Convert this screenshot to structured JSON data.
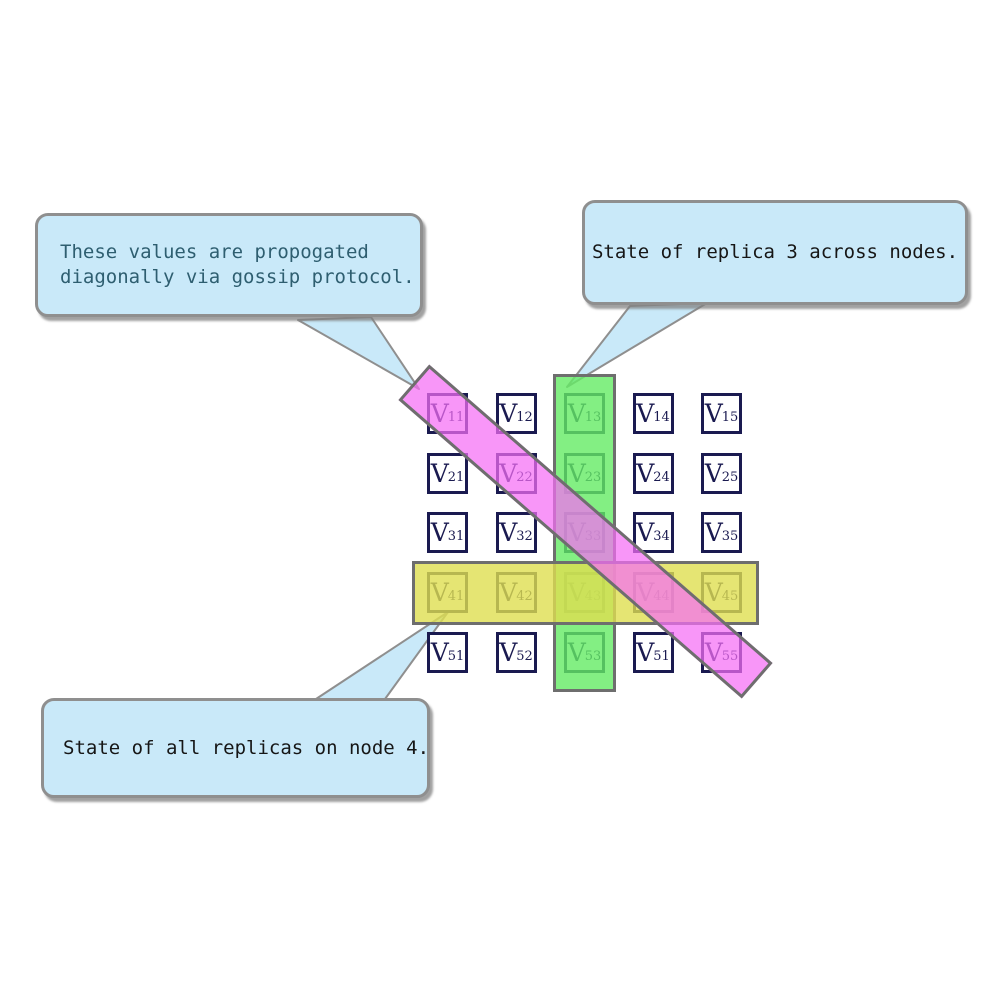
{
  "figure": {
    "background": "#ffffff",
    "type": "replicated-state matrix diagram"
  },
  "callouts": {
    "gossip": {
      "line1": "These values are propogated",
      "line2": "diagonally via gossip protocol.",
      "text_color": "#2e5e70"
    },
    "replica": {
      "line1": "State of replica 3 across nodes.",
      "text_color": "#161616"
    },
    "node": {
      "line1": "State of all replicas on node 4.",
      "text_color": "#161616"
    }
  },
  "matrix": {
    "base_symbol": "V",
    "subscripts": [
      [
        "11",
        "12",
        "13",
        "14",
        "15"
      ],
      [
        "21",
        "22",
        "23",
        "24",
        "25"
      ],
      [
        "31",
        "32",
        "33",
        "34",
        "35"
      ],
      [
        "41",
        "42",
        "43",
        "44",
        "45"
      ],
      [
        "51",
        "52",
        "53",
        "51",
        "55"
      ]
    ]
  },
  "highlights": {
    "column3_fill": "#64eb64",
    "row4_fill": "#dede50",
    "diagonal_fill": "#f56ef5"
  },
  "colors": {
    "callout_fill": "#c9e9f9",
    "callout_border": "#8f8f8f",
    "leader_fill": "#c9e9f9",
    "leader_stroke": "#8f8f8f",
    "cell_border": "#1a1a50",
    "band_border": "#6e6e6e"
  }
}
